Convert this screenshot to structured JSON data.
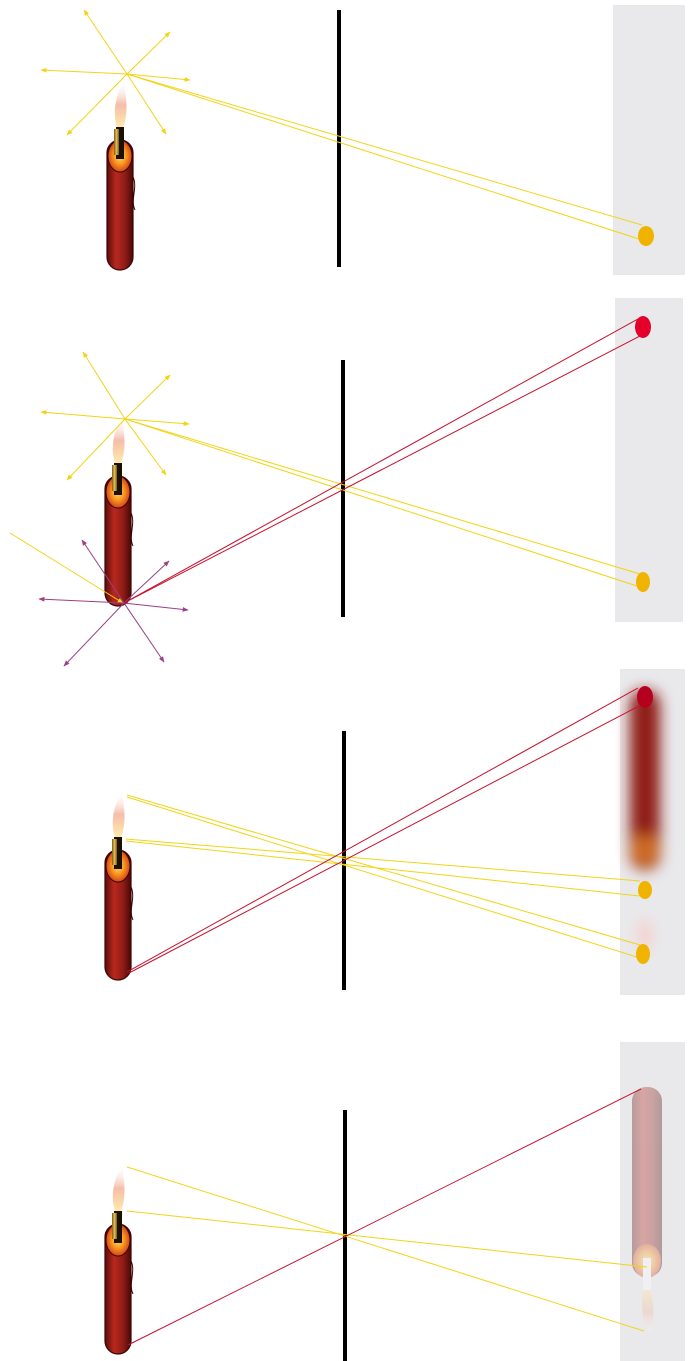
{
  "colors": {
    "yellow_ray": "#f2d416",
    "red_ray": "#c8102e",
    "purple_ray": "#9b3f86",
    "screen": "#e9e9ec",
    "barrier": "#000000",
    "candle_body": "#a3231f",
    "candle_dark": "#5e0e0c",
    "yellow_spot": "#f0b400",
    "red_spot": "#e4002b"
  },
  "icons": {
    "light_source": "candle-icon",
    "aperture": "pinhole-barrier",
    "surface": "projection-screen"
  },
  "panels": [
    {
      "name": "single-point-source"
    },
    {
      "name": "two-point-sources"
    },
    {
      "name": "large-aperture-blur"
    },
    {
      "name": "pinhole-inverted-image"
    }
  ]
}
